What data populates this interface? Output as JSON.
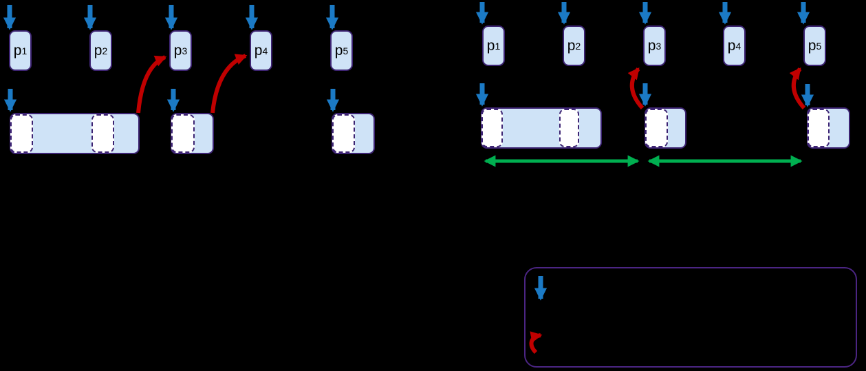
{
  "diagram": {
    "description_visible_text_only": true,
    "left_panel": {
      "processes": [
        {
          "base": "p",
          "sub": "1"
        },
        {
          "base": "p",
          "sub": "2"
        },
        {
          "base": "p",
          "sub": "3"
        },
        {
          "base": "p",
          "sub": "4"
        },
        {
          "base": "p",
          "sub": "5"
        }
      ],
      "memory_bars": [
        {
          "segments": [
            "hole",
            "used",
            "hole",
            "used"
          ]
        },
        {
          "segments": [
            "hole",
            "used"
          ]
        },
        {
          "segments": [
            "hole",
            "used"
          ]
        }
      ]
    },
    "right_panel": {
      "processes": [
        {
          "base": "p",
          "sub": "1"
        },
        {
          "base": "p",
          "sub": "2"
        },
        {
          "base": "p",
          "sub": "3"
        },
        {
          "base": "p",
          "sub": "4"
        },
        {
          "base": "p",
          "sub": "5"
        }
      ],
      "memory_bars": [
        {
          "segments": [
            "hole",
            "used",
            "hole",
            "used"
          ]
        },
        {
          "segments": [
            "hole",
            "used"
          ]
        },
        {
          "segments": [
            "hole",
            "used"
          ]
        }
      ]
    },
    "legend": {
      "icons": [
        "blue-down-arrow-icon",
        "red-curved-arrow-icon"
      ]
    },
    "colors": {
      "background": "#000000",
      "box_fill": "#cfe3f7",
      "box_border": "#3d2473",
      "hole_fill": "#ffffff",
      "arrival_arrow_blue": "#1b7ac5",
      "relocation_arrow_red": "#c00000",
      "span_arrow_green": "#00af50",
      "legend_border": "#4b2583"
    }
  }
}
